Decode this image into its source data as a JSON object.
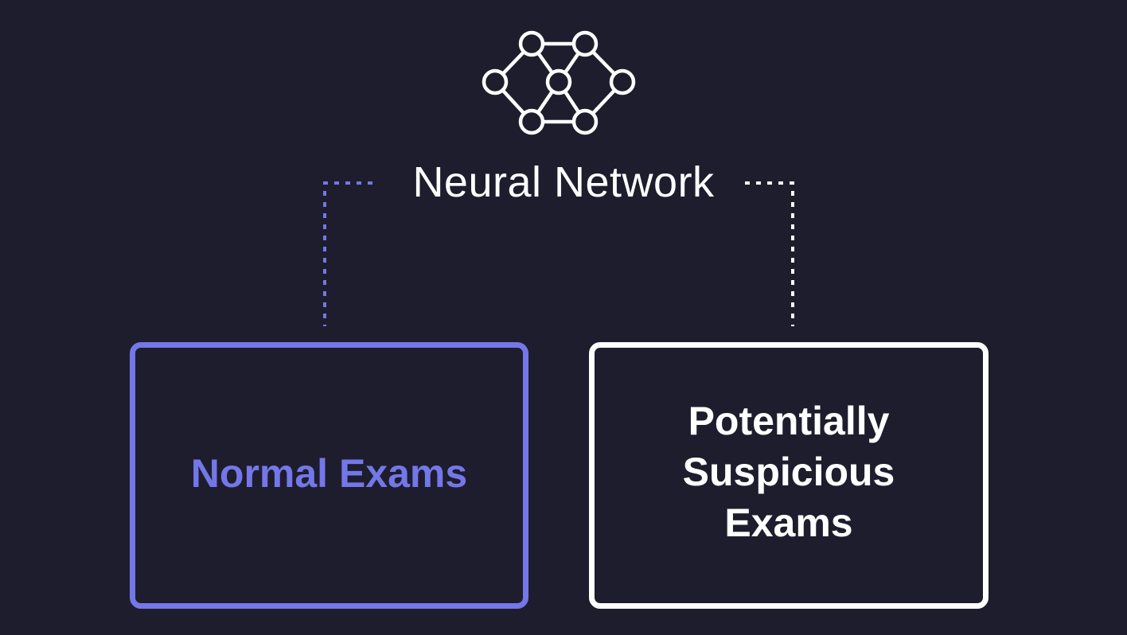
{
  "diagram": {
    "title": "Neural Network",
    "icon": "neural-network-icon",
    "categories": [
      {
        "id": "normal",
        "label": "Normal Exams",
        "color": "#7477e8"
      },
      {
        "id": "suspicious",
        "label": "Potentially Suspicious Exams",
        "color": "#ffffff"
      }
    ],
    "background": "#1e1d2d"
  }
}
